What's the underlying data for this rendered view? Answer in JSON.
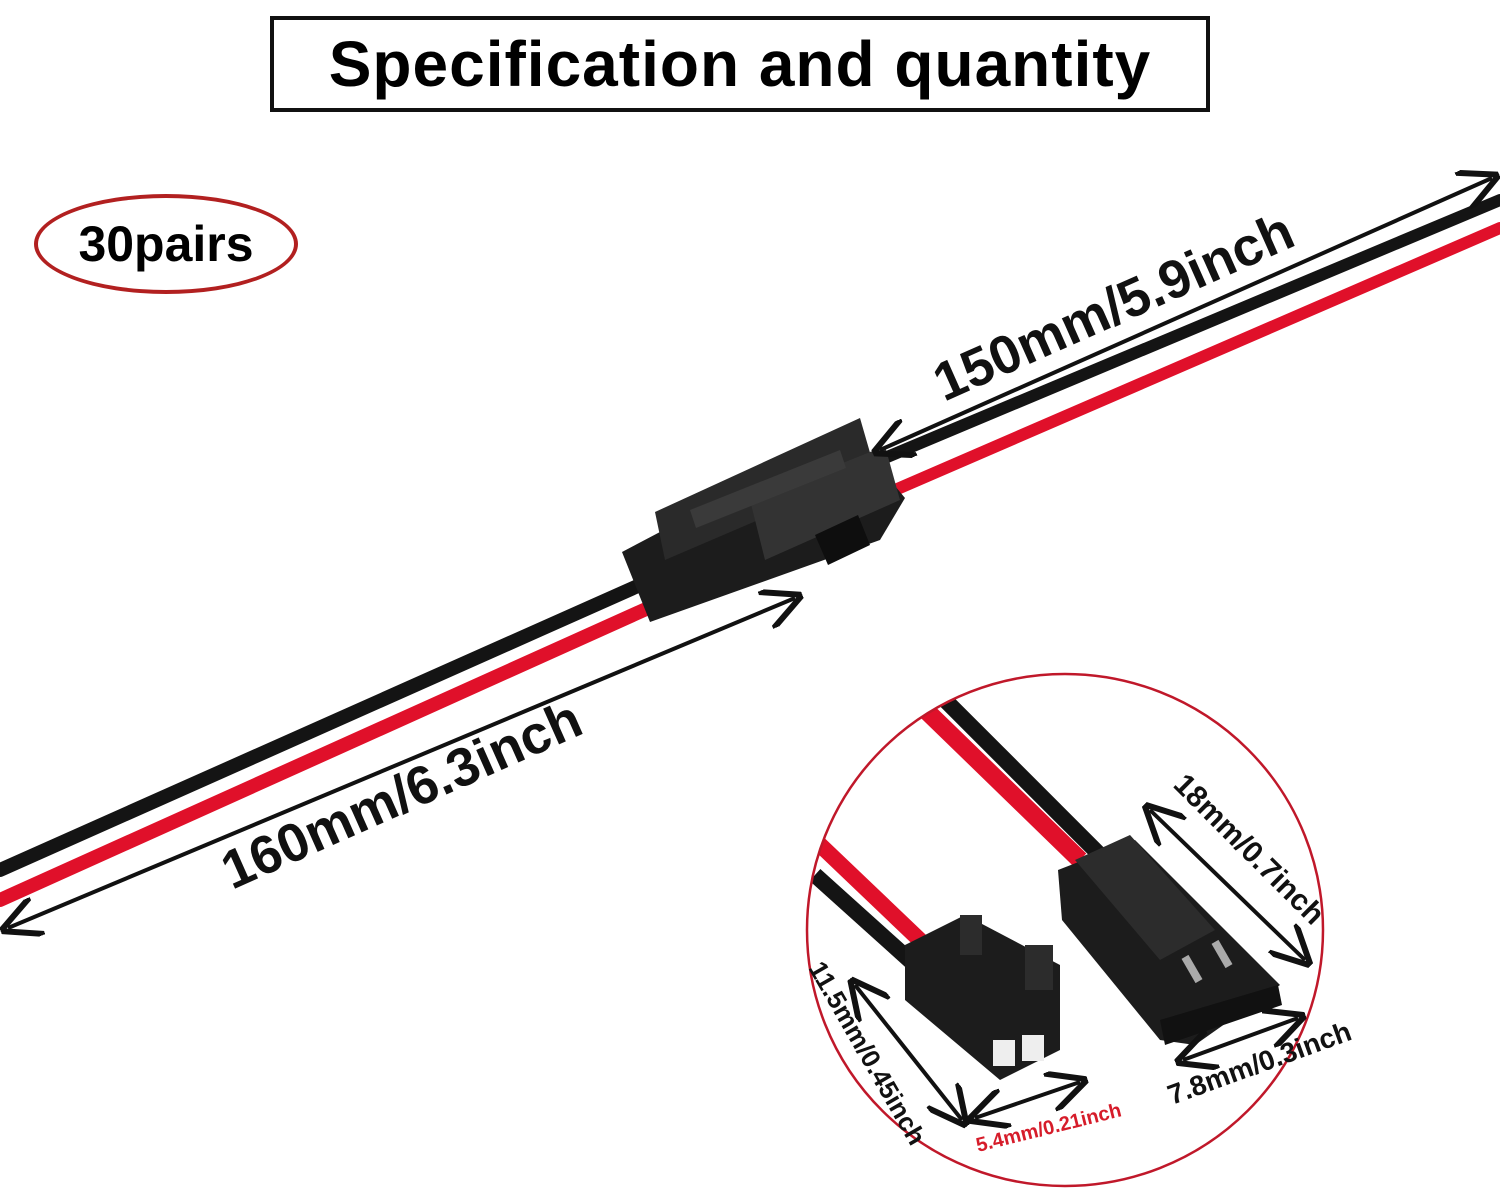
{
  "title": "Specification and quantity",
  "quantity_badge": "30pairs",
  "dimensions": {
    "right_cable": "150mm/5.9inch",
    "left_cable": "160mm/6.3inch",
    "male_length": "18mm/0.7inch",
    "male_width": "7.8mm/0.3inch",
    "female_height": "11.5mm/0.45inch",
    "female_width": "5.4mm/0.21inch"
  },
  "colors": {
    "wire_red": "#e0102a",
    "wire_black": "#141414",
    "connector": "#1c1c1c",
    "badge_border": "#b22020",
    "circle_border": "#c0182a",
    "female_width_text": "#d61c2a"
  }
}
